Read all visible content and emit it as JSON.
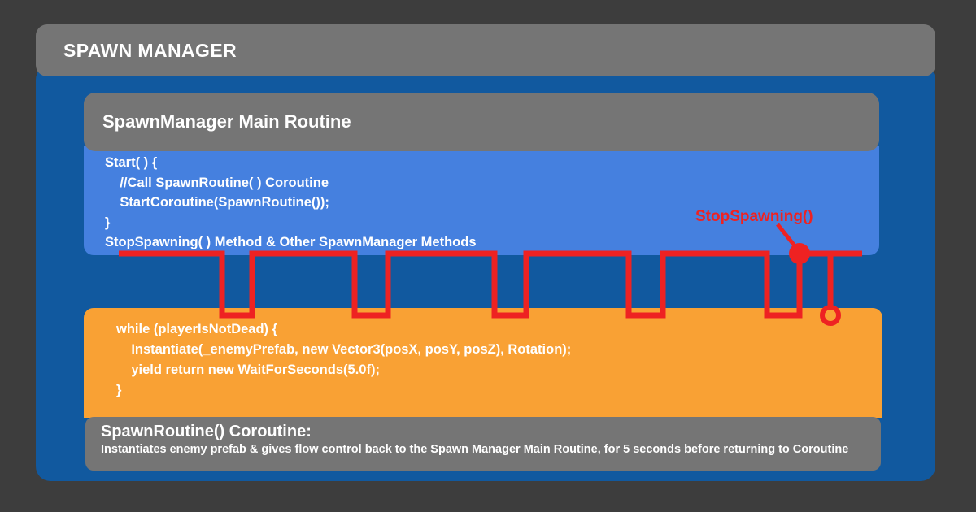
{
  "header": {
    "title": "SPAWN MANAGER"
  },
  "main_routine": {
    "title": "SpawnManager Main Routine",
    "code_lines": [
      "Start( ) {",
      "    //Call SpawnRoutine( ) Coroutine",
      "    StartCoroutine(SpawnRoutine());",
      "}",
      "StopSpawning( ) Method & Other SpawnManager Methods"
    ]
  },
  "coroutine": {
    "code_lines": [
      "while (playerIsNotDead) {",
      "    Instantiate(_enemyPrefab, new Vector3(posX, posY, posZ), Rotation);",
      "    yield return new WaitForSeconds(5.0f);",
      "}"
    ],
    "caption_title": "SpawnRoutine() Coroutine:",
    "caption_body": "Instantiates enemy prefab & gives flow control back to the Spawn Manager Main Routine, for 5 seconds before returning to Coroutine"
  },
  "flow": {
    "annotation_label": "StopSpawning()",
    "line_color": "#ee2222",
    "end_marker": "open-circle",
    "junction_marker": "filled-dot",
    "pulse_count": 5
  },
  "colors": {
    "background": "#3d3d3d",
    "panel_blue": "#11599f",
    "code_blue": "#4580df",
    "code_orange": "#f9a134",
    "gray_header": "#757575",
    "red_accent": "#ee2222",
    "text_white": "#ffffff"
  }
}
